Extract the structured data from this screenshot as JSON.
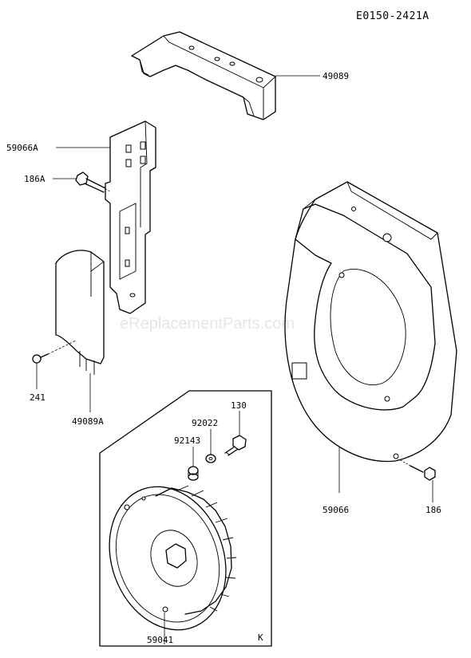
{
  "diagram_code": "E0150-2421A",
  "watermark": "eReplacementParts.com",
  "kit_marker": "K",
  "labels": {
    "p49089": "49089",
    "p59066A": "59066A",
    "p186A": "186A",
    "p241": "241",
    "p49089A": "49089A",
    "p130": "130",
    "p92022": "92022",
    "p92143": "92143",
    "p59066": "59066",
    "p186": "186",
    "p59041": "59041"
  }
}
